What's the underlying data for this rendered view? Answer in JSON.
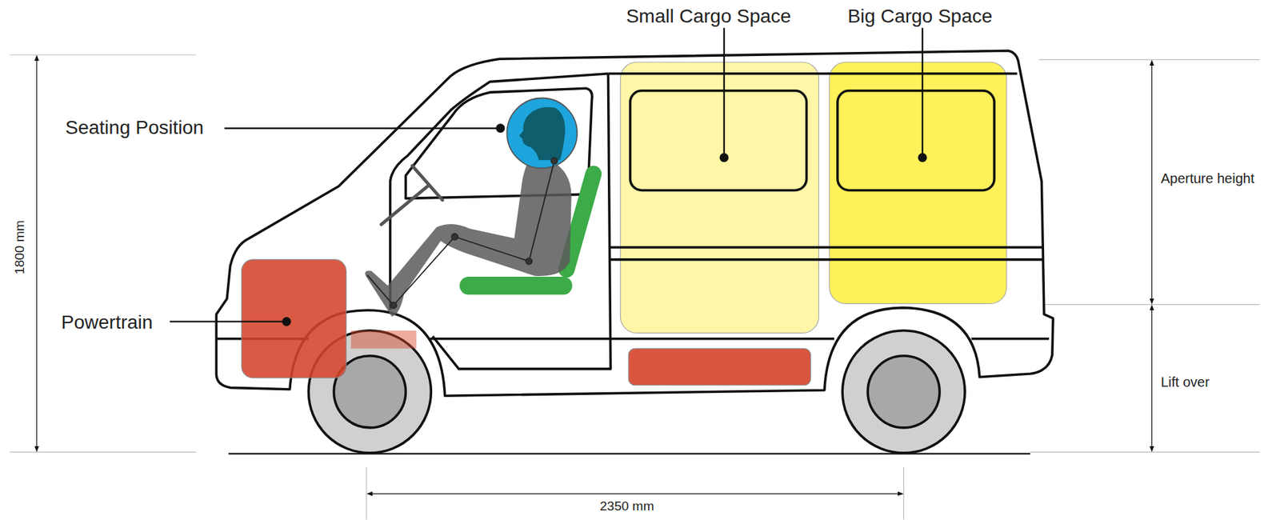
{
  "diagram": {
    "labels": [
      "Small Cargo Space",
      "Big Cargo Space",
      "Seating Position",
      "Powertrain",
      "Aperture height",
      "Lift over",
      "1800 mm",
      "2350 mm"
    ]
  }
}
